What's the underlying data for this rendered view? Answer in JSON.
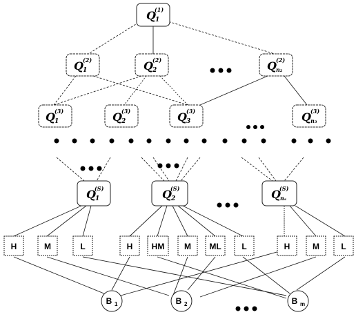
{
  "diagram": {
    "top": {
      "name": "Q",
      "sub": "1",
      "sup": "(1)"
    },
    "level2": [
      {
        "name": "Q",
        "sub": "1",
        "sup": "(2)"
      },
      {
        "name": "Q",
        "sub": "2",
        "sup": "(2)"
      },
      {
        "name": "Q",
        "sub": "n₂",
        "sup": "(2)"
      }
    ],
    "level3": [
      {
        "name": "Q",
        "sub": "1",
        "sup": "(3)"
      },
      {
        "name": "Q",
        "sub": "2",
        "sup": "(3)"
      },
      {
        "name": "Q",
        "sub": "3",
        "sup": "(3)"
      },
      {
        "name": "Q",
        "sub": "n₃",
        "sup": "(3)"
      }
    ],
    "levelS": [
      {
        "name": "Q",
        "sub": "1",
        "sup": "(S)"
      },
      {
        "name": "Q",
        "sub": "2",
        "sup": "(S)"
      },
      {
        "name": "Q",
        "sub": "nₛ",
        "sup": "(S)"
      }
    ],
    "leaves": [
      [
        "H",
        "M",
        "L"
      ],
      [
        "H",
        "HM",
        "M",
        "ML",
        "L"
      ],
      [
        "H",
        "M",
        "L"
      ]
    ],
    "bottom": [
      {
        "name": "B",
        "sub": "1"
      },
      {
        "name": "B",
        "sub": "2"
      },
      {
        "name": "B",
        "sub": "m"
      }
    ]
  }
}
